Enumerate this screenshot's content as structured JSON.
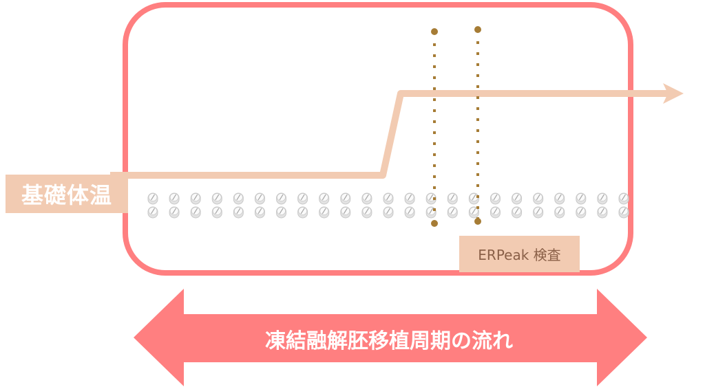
{
  "diagram": {
    "bbt_label": "基礎体温",
    "erpeak_label": "ERPeak 検査",
    "cycle_label": "凍結融解胚移植周期の流れ",
    "pill_columns": 23,
    "pills_per_column": 2,
    "marker_count": 2,
    "colors": {
      "frame": "#ff7f80",
      "bbt_line": "#f2cbb2",
      "marker": "#a67c35",
      "label_bg": "#f2cbb2",
      "erpeak_text": "#8a6048",
      "arrow": "#ff7f80"
    }
  }
}
